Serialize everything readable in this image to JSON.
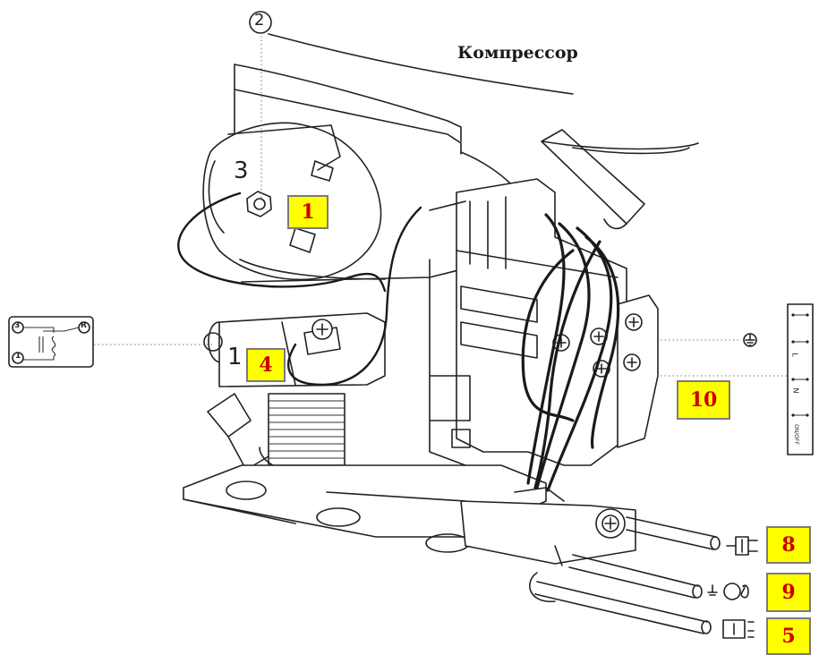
{
  "title": "Компрессор",
  "callouts": {
    "c1": "1",
    "c4": "4",
    "c10": "10",
    "c8": "8",
    "c9": "9",
    "c5": "5"
  },
  "plain_labels": {
    "p3": "3",
    "p1": "1",
    "p2": "2"
  },
  "inset": {
    "t3": "3",
    "tR": "R",
    "t1": "1"
  },
  "strip_text": [
    "L",
    "N",
    "ON/OFF"
  ],
  "colors": {
    "callout_fill": "#ffff00",
    "callout_text": "#cc0000",
    "line": "#222222"
  },
  "icons": [
    "ground-icon",
    "plug-icon",
    "motor-fan-icon",
    "thermostat-icon"
  ]
}
